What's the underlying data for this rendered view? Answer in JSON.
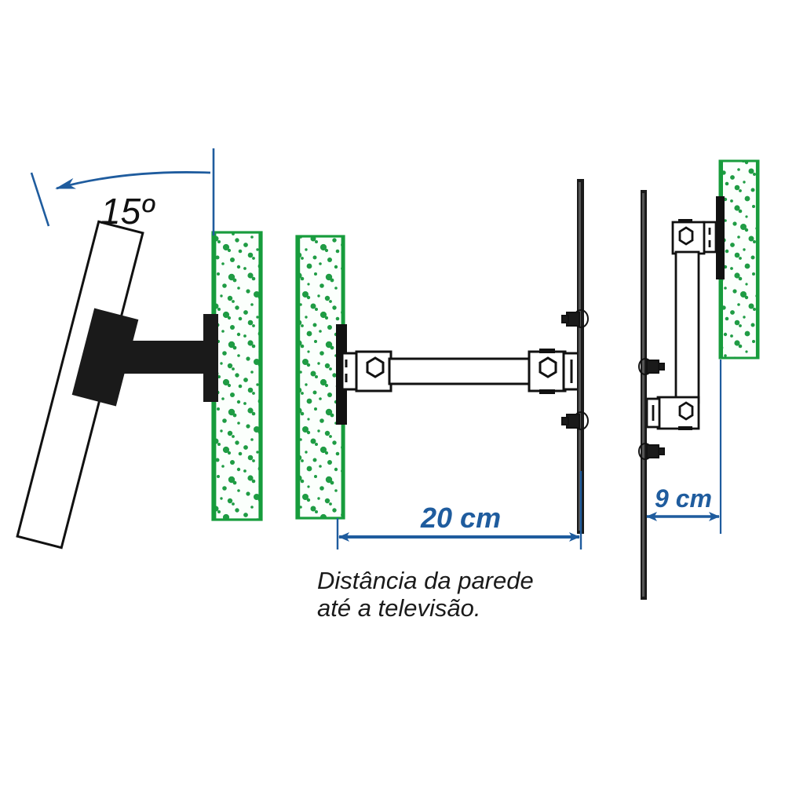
{
  "diagram": {
    "title": "Suporte articulado para TV - vistas laterais",
    "background_color": "#ffffff",
    "colors": {
      "wall_green": "#179c3c",
      "wall_fill": "#fbfffc",
      "speckle_green": "#1f9c44",
      "dimension_blue": "#1f5c9e",
      "metal_black": "#111111",
      "metal_fill": "#ffffff",
      "tv_outline": "#111111",
      "bracket_black": "#1a1a1a"
    }
  },
  "views": {
    "left": {
      "name": "Vista com TV inclinada 15 graus",
      "angle_label": "15º",
      "angle_value": 15,
      "angle_unit": "graus",
      "tv_panel_name": "televisao-inclinada",
      "wall_name": "parede-concreto",
      "bracket_name": "suporte-articulado-silhueta"
    },
    "middle": {
      "name": "Vista superior braco estendido",
      "dimension_label": "20 cm",
      "dimension_value": 20,
      "dimension_unit": "cm",
      "caption_line1": "Distância da parede",
      "caption_line2": "até a televisão.",
      "wall_name": "parede-concreto",
      "arm_name": "braco-articulado-estendido",
      "tv_plate_name": "placa-televisao"
    },
    "right": {
      "name": "Vista superior braco recolhido",
      "dimension_label": "9 cm",
      "dimension_value": 9,
      "dimension_unit": "cm",
      "wall_name": "parede-concreto",
      "arm_name": "braco-articulado-recolhido",
      "tv_plate_name": "placa-televisao"
    }
  }
}
